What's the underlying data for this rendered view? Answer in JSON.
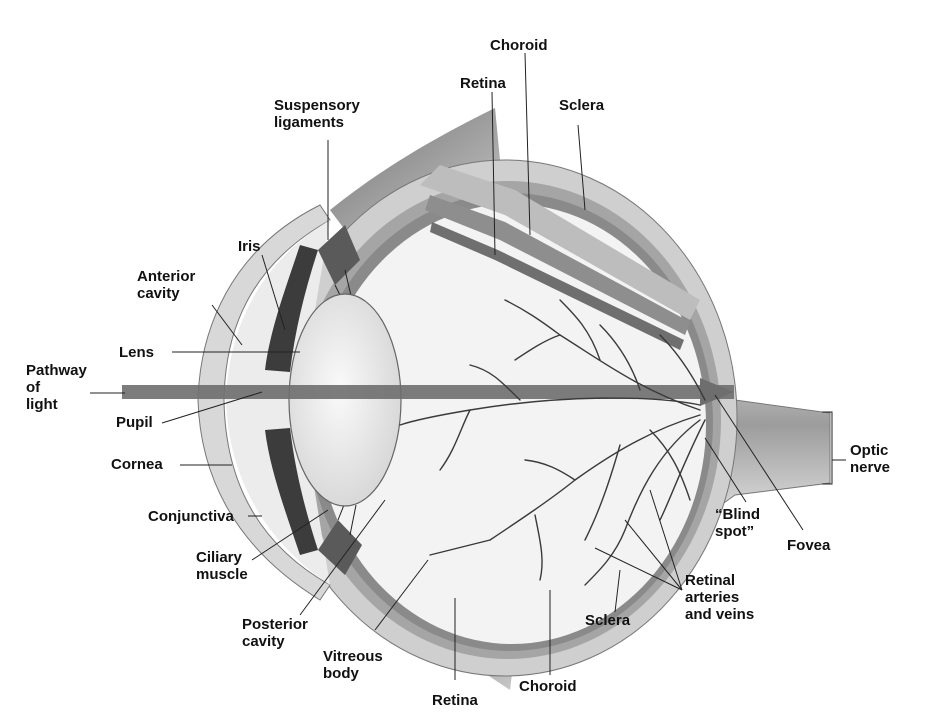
{
  "labels": {
    "choroid_top": "Choroid",
    "retina_top": "Retina",
    "sclera_top": "Sclera",
    "suspensory": [
      "Suspensory",
      "ligaments"
    ],
    "iris": "Iris",
    "anterior_cavity": [
      "Anterior",
      "cavity"
    ],
    "lens": "Lens",
    "pathway_of_light": [
      "Pathway",
      "of",
      "light"
    ],
    "pupil": "Pupil",
    "cornea": "Cornea",
    "conjunctiva": "Conjunctiva",
    "ciliary_muscle": [
      "Ciliary",
      "muscle"
    ],
    "posterior_cavity": [
      "Posterior",
      "cavity"
    ],
    "vitreous_body": [
      "Vitreous",
      "body"
    ],
    "retina_bottom": "Retina",
    "choroid_bottom": "Choroid",
    "sclera_bottom": "Sclera",
    "retinal_vessels": [
      "Retinal",
      "arteries",
      "and veins"
    ],
    "blind_spot": [
      "“Blind",
      "spot”"
    ],
    "fovea": "Fovea",
    "optic_nerve": [
      "Optic",
      "nerve"
    ]
  },
  "colors": {
    "sclera": "#cfcfcf",
    "choroid": "#9a9a9a",
    "retina": "#7d7d7d",
    "vitreous": "#f2f2f2",
    "vessels": "#3a3a3a",
    "light_beam": "#6e6e6e",
    "lens": "#ececec"
  }
}
